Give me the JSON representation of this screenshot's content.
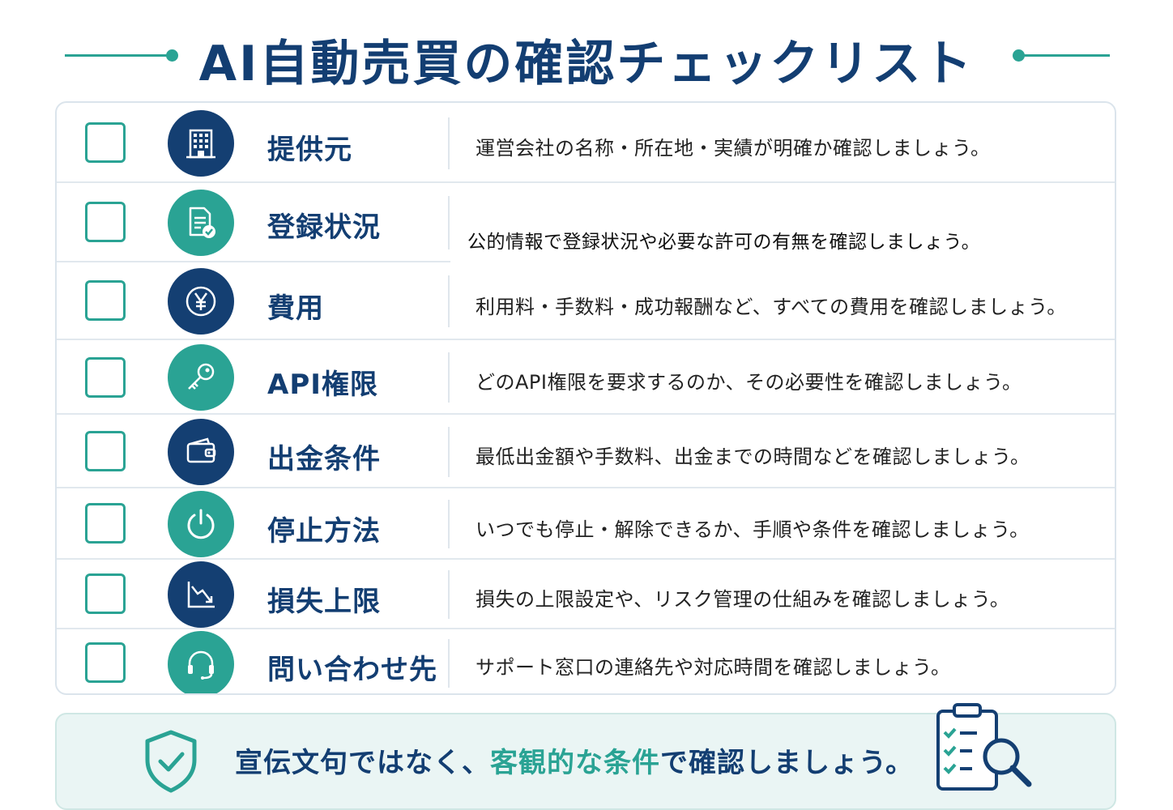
{
  "title": "AI自動売買の確認チェックリスト",
  "colors": {
    "navy": "#143f72",
    "teal": "#2aa394"
  },
  "items": [
    {
      "label": "提供元",
      "icon": "building-icon",
      "desc": "運営会社の名称・所在地・実績が明確か確認しましょう。"
    },
    {
      "label": "登録状況",
      "icon": "document-check-icon",
      "desc": "公的情報で登録状況や必要な許可の有無を確認しましょう。"
    },
    {
      "label": "費用",
      "icon": "yen-coin-icon",
      "desc": "利用料・手数料・成功報酬など、すべての費用を確認しましょう。"
    },
    {
      "label": "API権限",
      "icon": "key-icon",
      "desc": "どのAPI権限を要求するのか、その必要性を確認しましょう。"
    },
    {
      "label": "出金条件",
      "icon": "wallet-icon",
      "desc": "最低出金額や手数料、出金までの時間などを確認しましょう。"
    },
    {
      "label": "停止方法",
      "icon": "power-icon",
      "desc": "いつでも停止・解除できるか、手順や条件を確認しましょう。"
    },
    {
      "label": "損失上限",
      "icon": "declining-chart-icon",
      "desc": "損失の上限設定や、リスク管理の仕組みを確認しましょう。"
    },
    {
      "label": "問い合わせ先",
      "icon": "headset-icon",
      "desc": "サポート窓口の連絡先や対応時間を確認しましょう。"
    }
  ],
  "footer": {
    "text_before": "宣伝文句ではなく、",
    "text_highlight": "客観的な条件",
    "text_after": "で確認しましょう。"
  }
}
